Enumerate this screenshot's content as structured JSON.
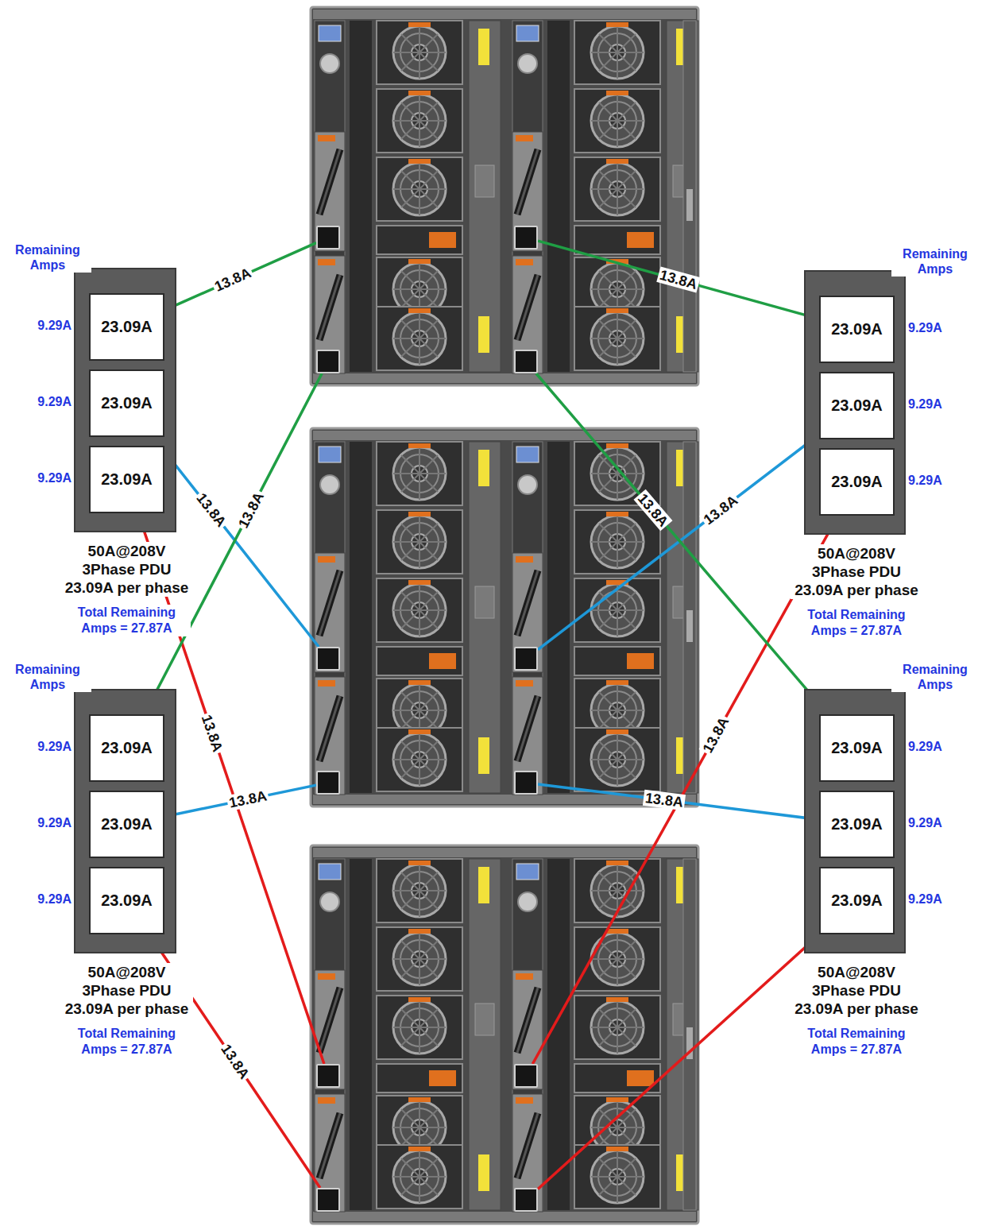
{
  "diagram": {
    "nodes": [
      {
        "text": []
      },
      {
        "text": [],
        "in": 0
      },
      {
        "text": [],
        "in": 0
      },
      {
        "text": [],
        "in": 0
      },
      {
        "text": [],
        "in": 0
      },
      {
        "text": [
          "50A@208V 3Phase PDU 23.09A per phase",
          "Total Remaining Amps = 27.87A"
        ]
      },
      {
        "text": [
          "23.09A"
        ],
        "in": 5
      },
      {
        "text": [
          "23.09A"
        ],
        "in": 5
      },
      {
        "text": [
          "23.09A"
        ],
        "in": 5
      },
      {
        "text": [
          "50A@208V 3Phase PDU 23.09A per phase",
          "Total Remaining Amps = 27.87A"
        ]
      },
      {
        "text": [
          "23.09A"
        ],
        "in": 9
      },
      {
        "text": [
          "23.09A"
        ],
        "in": 9
      },
      {
        "text": [
          "23.09A"
        ],
        "in": 9
      },
      {
        "text": []
      },
      {
        "text": [],
        "in": 13
      },
      {
        "text": [],
        "in": 13
      },
      {
        "text": [],
        "in": 13
      },
      {
        "text": [],
        "in": 13
      },
      {
        "text": [
          "50A@208V 3Phase PDU 23.09A per phase",
          "Total Remaining Amps = 27.87A"
        ]
      },
      {
        "text": [
          "23.09A"
        ],
        "in": 18
      },
      {
        "text": [
          "23.09A"
        ],
        "in": 18
      },
      {
        "text": [
          "23.09A"
        ],
        "in": 18
      },
      {
        "text": [
          "50A@208V 3Phase PDU 23.09A per phase",
          "Total Remaining Amps = 27.87A"
        ]
      },
      {
        "text": [
          "23.09A"
        ],
        "in": 22
      },
      {
        "text": [
          "23.09A"
        ],
        "in": 22
      },
      {
        "text": [
          "23.09A"
        ],
        "in": 22
      },
      {
        "text": []
      },
      {
        "text": [],
        "in": 26
      },
      {
        "text": [],
        "in": 26
      },
      {
        "text": [],
        "in": 26
      },
      {
        "text": [],
        "in": 26
      }
    ],
    "edges": [
      {
        "from": 6,
        "to": 1,
        "arrow": "none",
        "label": "13.8A"
      },
      {
        "from": 7,
        "to": 14,
        "arrow": "none",
        "label": "13.8A"
      },
      {
        "from": 8,
        "to": 27,
        "arrow": "none",
        "label": "13.8A"
      },
      {
        "from": 19,
        "to": 2,
        "arrow": "none",
        "label": "13.8A"
      },
      {
        "from": 20,
        "to": 15,
        "arrow": "none",
        "label": "13.8A"
      },
      {
        "from": 21,
        "to": 28,
        "arrow": "none",
        "label": "13.8A"
      },
      {
        "from": 10,
        "to": 3,
        "arrow": "none",
        "label": "13.8A"
      },
      {
        "from": 11,
        "to": 16,
        "arrow": "none",
        "label": "13.8A"
      },
      {
        "from": 12,
        "to": 29,
        "arrow": "none",
        "label": "13.8A"
      },
      {
        "from": 23,
        "to": 4,
        "arrow": "none",
        "label": "13.8A"
      },
      {
        "from": 24,
        "to": 17,
        "arrow": "none",
        "label": "13.8A"
      },
      {
        "from": 25,
        "to": 30,
        "arrow": "none"
      }
    ],
    "labels": [
      "Remaining Amps",
      "Remaining Amps",
      "9.29A",
      "9.29A",
      "9.29A",
      "9.29A",
      "9.29A",
      "9.29A",
      "Remaining Amps",
      "Remaining Amps",
      "9.29A",
      "9.29A",
      "9.29A",
      "9.29A",
      "9.29A",
      "9.29A"
    ]
  }
}
